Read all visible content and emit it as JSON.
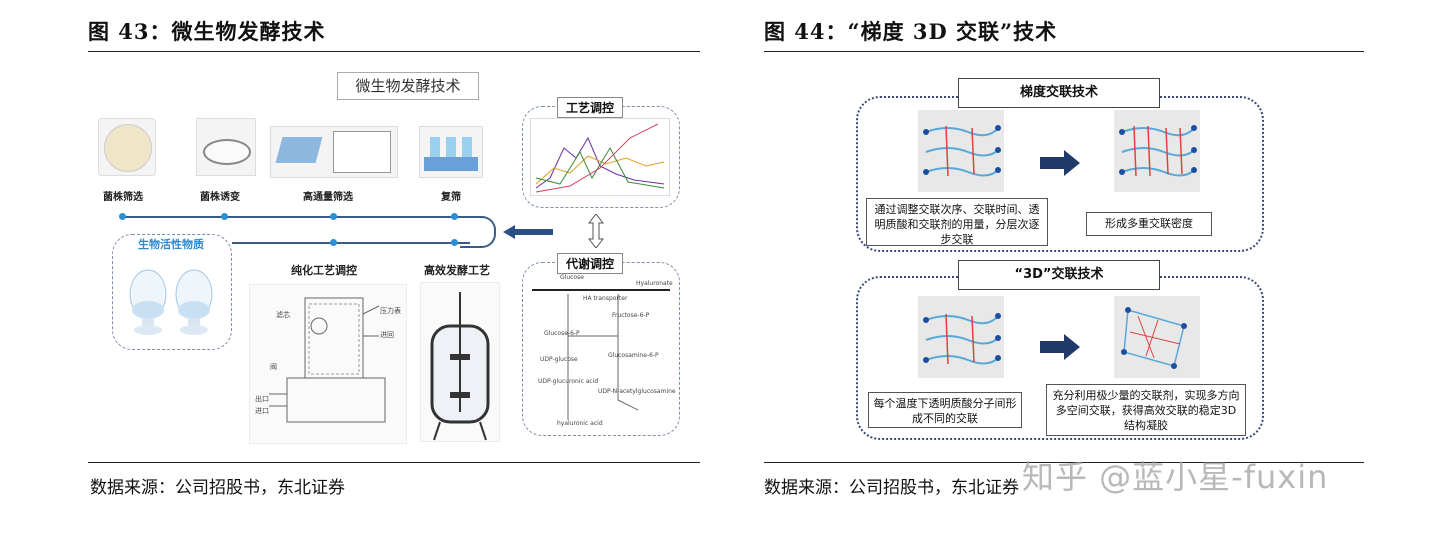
{
  "left": {
    "title": "图 43：微生物发酵技术",
    "banner": "微生物发酵技术",
    "steps": [
      "菌株筛选",
      "菌株诱变",
      "高通量筛选",
      "复筛"
    ],
    "bio_label": "生物活性物质",
    "purify_label": "纯化工艺调控",
    "ferment_label": "高效发酵工艺",
    "process_panel": "工艺调控",
    "metab_panel": "代谢调控",
    "diagram_text": [
      "滤芯",
      "压力表",
      "进回",
      "阀",
      "出口",
      "进口",
      "Glucose",
      "HA transporter",
      "Hyaluronate",
      "Glucose-6-P",
      "Fructose-6-P",
      "UDP-glucose",
      "UDP-glucuronic acid",
      "Glucosamine-6-P",
      "UDP-N-acetylglucosamine",
      "hyaluronic acid"
    ],
    "source": "数据来源：公司招股书，东北证券"
  },
  "right": {
    "title": "图 44：“梯度 3D 交联”技术",
    "header1": "梯度交联技术",
    "text1": "通过调整交联次序、交联时间、透明质酸和交联剂的用量，分层次逐步交联",
    "text2": "形成多重交联密度",
    "header2": "“3D”交联技术",
    "text3": "每个温度下透明质酸分子间形成不同的交联",
    "text4": "充分利用极少量的交联剂，实现多方向多空间交联，获得高效交联的稳定3D结构凝胶",
    "source": "数据来源：公司招股书，东北证券"
  },
  "watermark": "知乎 @蓝小星-fuxin",
  "colors": {
    "dot": "#2a8fd6",
    "line": "#3a5b86",
    "panel_border": "#3b4a7a",
    "network_red": "#e04040"
  }
}
